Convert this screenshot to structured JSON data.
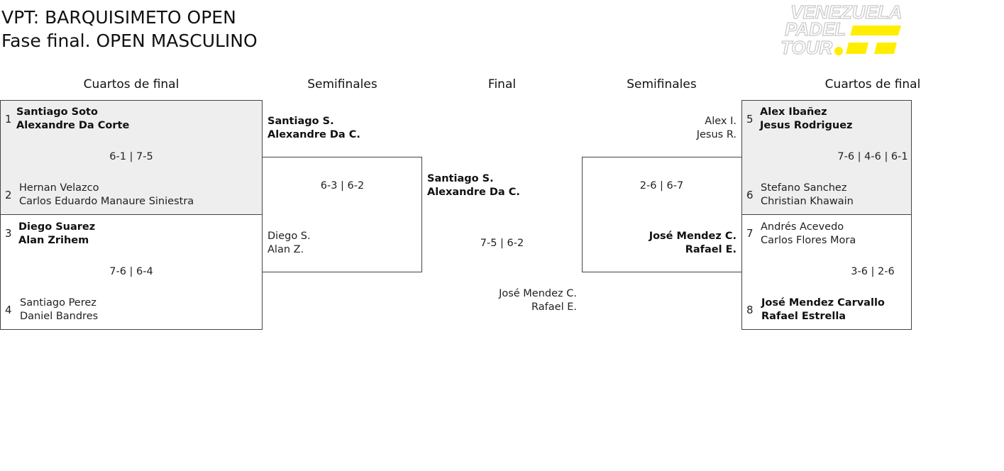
{
  "title": {
    "line1": "VPT: BARQUISIMETO OPEN",
    "line2": "Fase final. OPEN MASCULINO"
  },
  "logo": {
    "words": [
      "VENEZUELA",
      "PADEL",
      "TOUR"
    ],
    "accent_color": "#ffee00",
    "outline_color": "#c8c8c8"
  },
  "rounds": {
    "left_qf": "Cuartos de final",
    "left_sf": "Semifinales",
    "final": "Final",
    "right_sf": "Semifinales",
    "right_qf": "Cuartos de final"
  },
  "colors": {
    "winner_bg": "#eeeeee",
    "border": "#444444"
  },
  "left_qf": [
    {
      "seed_a": "1",
      "team_a": [
        "Santiago Soto",
        "Alexandre Da Corte"
      ],
      "winner": "a",
      "score": "6-1 | 7-5",
      "seed_b": "2",
      "team_b": [
        "Hernan Velazco",
        "Carlos Eduardo Manaure Siniestra"
      ]
    },
    {
      "seed_a": "3",
      "team_a": [
        "Diego Suarez",
        "Alan Zrihem"
      ],
      "winner": "a",
      "score": "7-6 | 6-4",
      "seed_b": "4",
      "team_b": [
        "Santiago Perez",
        "Daniel Bandres"
      ]
    }
  ],
  "left_sf": {
    "team_a": [
      "Santiago S.",
      "Alexandre Da C."
    ],
    "winner": "a",
    "score": "6-3 | 6-2",
    "team_b": [
      "Diego S.",
      "Alan Z."
    ]
  },
  "final": {
    "team_a": [
      "Santiago S.",
      "Alexandre Da C."
    ],
    "winner": "a",
    "score": "7-5 | 6-2",
    "team_b": [
      "José Mendez C.",
      "Rafael E."
    ]
  },
  "right_sf": {
    "team_a": [
      "Alex I.",
      "Jesus R."
    ],
    "score": "2-6 | 6-7",
    "team_b": [
      "José Mendez C.",
      "Rafael E."
    ],
    "winner": "b"
  },
  "right_qf": [
    {
      "seed_a": "5",
      "team_a": [
        "Alex Ibañez",
        "Jesus Rodriguez"
      ],
      "winner": "a",
      "score": "7-6 | 4-6 | 6-1",
      "seed_b": "6",
      "team_b": [
        "Stefano Sanchez",
        "Christian Khawain"
      ]
    },
    {
      "seed_a": "7",
      "team_a": [
        "Andrés Acevedo",
        "Carlos Flores Mora"
      ],
      "score": "3-6 | 2-6",
      "seed_b": "8",
      "team_b": [
        "José Mendez Carvallo",
        "Rafael Estrella"
      ],
      "winner": "b"
    }
  ]
}
